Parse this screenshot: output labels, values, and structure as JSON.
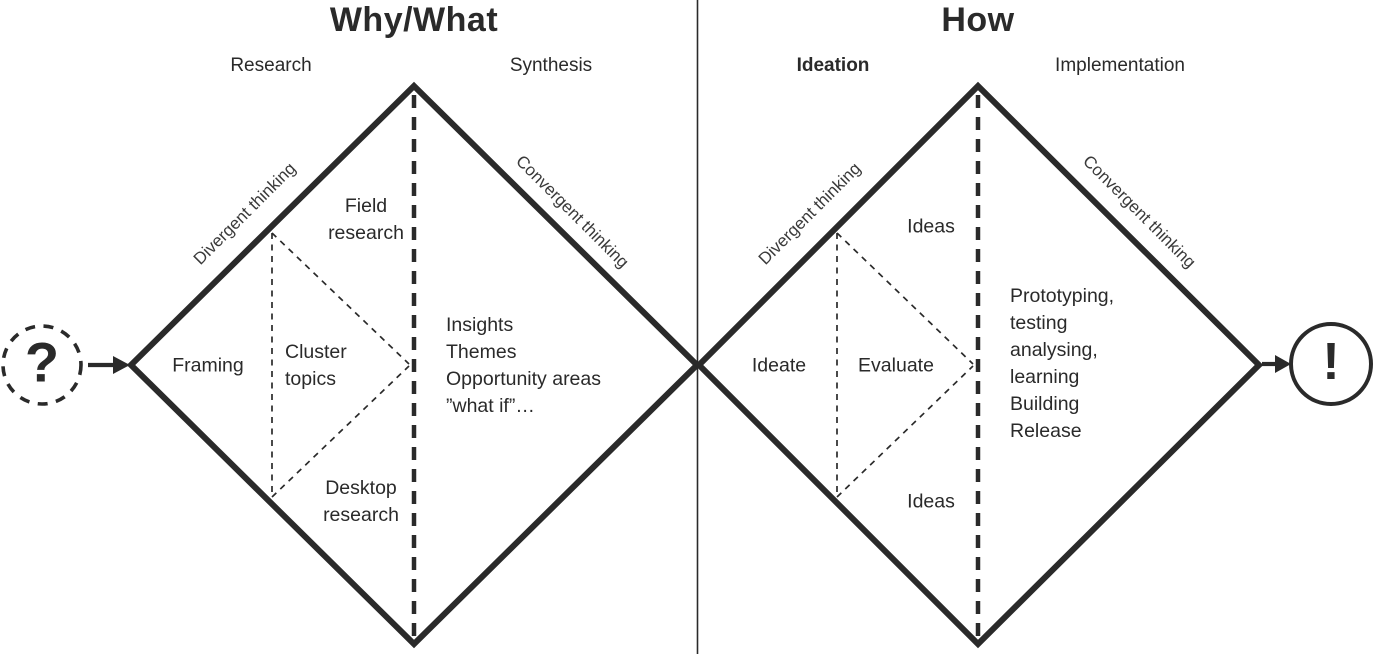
{
  "titles": {
    "left": "Why/What",
    "right": "How"
  },
  "phase_labels": {
    "research": "Research",
    "synthesis": "Synthesis",
    "ideation": "Ideation",
    "implementation": "Implementation"
  },
  "edge_labels": {
    "divergent_left": "Divergent thinking",
    "convergent_left": "Convergent thinking",
    "divergent_right": "Divergent thinking",
    "convergent_right": "Convergent thinking"
  },
  "left_diamond": {
    "framing": "Framing",
    "cluster_lines": [
      "Cluster",
      "topics"
    ],
    "field_lines": [
      "Field",
      "research"
    ],
    "desktop_lines": [
      "Desktop",
      "research"
    ],
    "insights_lines": [
      "Insights",
      "Themes",
      "Opportunity areas",
      "”what if”…"
    ]
  },
  "right_diamond": {
    "ideate": "Ideate",
    "evaluate": "Evaluate",
    "ideas_top": "Ideas",
    "ideas_bottom": "Ideas",
    "output_lines": [
      "Prototyping,",
      "testing",
      "analysing,",
      "learning",
      "Building",
      "Release"
    ]
  },
  "endpoints": {
    "question_mark": "?",
    "exclamation_mark": "!"
  },
  "colors": {
    "line": "#2a2a2a",
    "text": "#2a2a2a",
    "background": "#ffffff"
  }
}
